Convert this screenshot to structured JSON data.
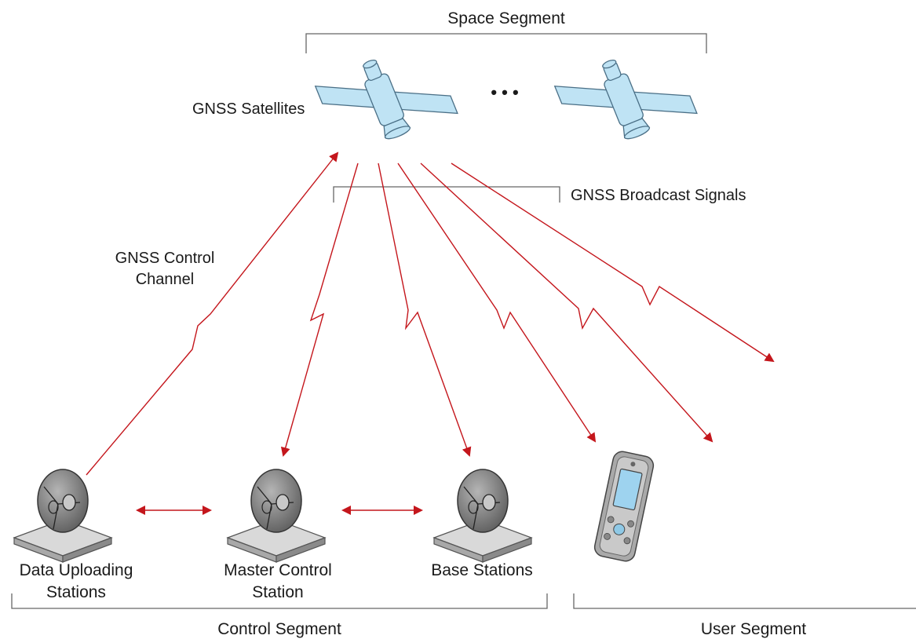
{
  "labels": {
    "space_segment": "Space Segment",
    "gnss_satellites": "GNSS Satellites",
    "ellipsis": "• • •",
    "broadcast_signals": "GNSS Broadcast Signals",
    "control_channel_line1": "GNSS Control",
    "control_channel_line2": "Channel",
    "data_uploading_line1": "Data Uploading",
    "data_uploading_line2": "Stations",
    "master_control_line1": "Master Control",
    "master_control_line2": "Station",
    "base_stations": "Base Stations",
    "control_segment": "Control Segment",
    "user_segment": "User Segment"
  },
  "colors": {
    "signal": "#c4161c",
    "satellite_body": "#bfe3f4",
    "satellite_stroke": "#4a6f86",
    "dish": "#8a8a8a",
    "bracket": "#666666",
    "device_body": "#a9a9a9",
    "device_screen": "#9ed3ef"
  },
  "icons": [
    "satellite-icon",
    "satellite-dish-icon",
    "handheld-receiver-icon"
  ]
}
